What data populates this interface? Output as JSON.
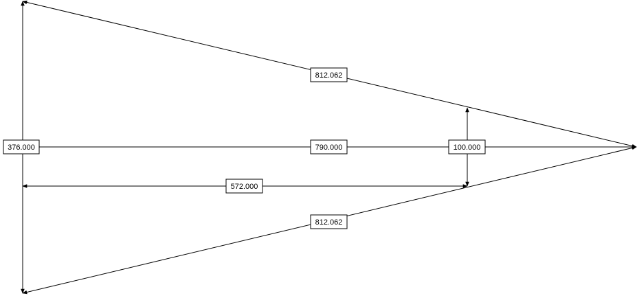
{
  "dimensions": {
    "left_height": "376.000",
    "center_length": "790.000",
    "upper_edge": "812.062",
    "lower_edge": "812.062",
    "inner_offset": "572.000",
    "inner_gap": "100.000"
  }
}
